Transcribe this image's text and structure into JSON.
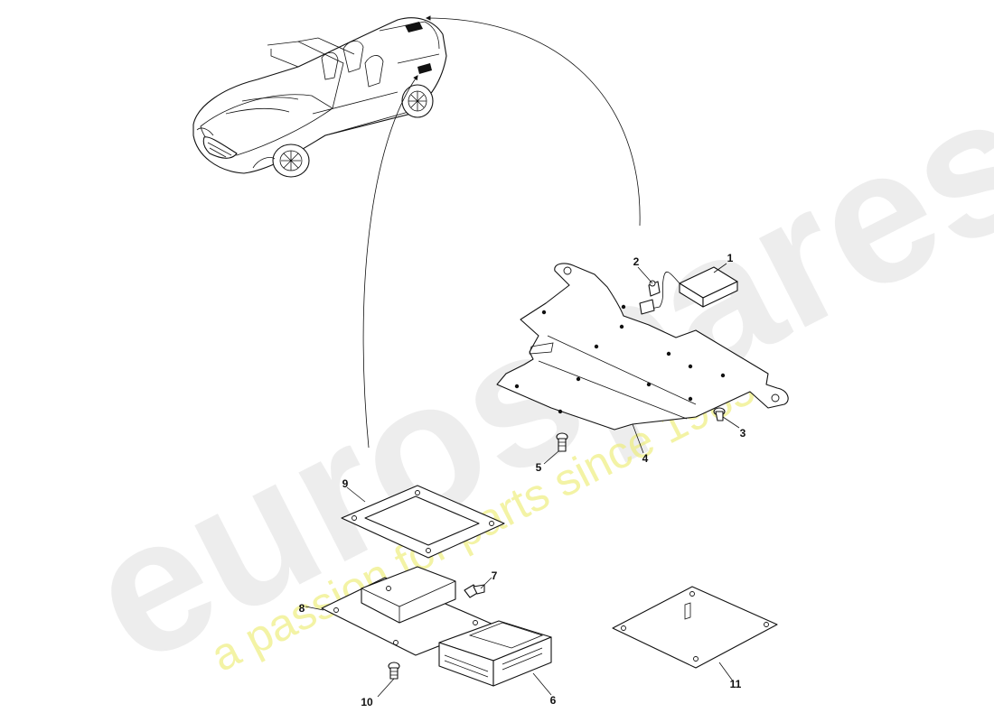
{
  "diagram": {
    "callouts": {
      "c1": "1",
      "c2": "2",
      "c3": "3",
      "c4": "4",
      "c5": "5",
      "c6": "6",
      "c7": "7",
      "c8": "8",
      "c9": "9",
      "c10": "10",
      "c11": "11"
    }
  },
  "watermark": {
    "brand": "eurospares",
    "tagline": "a passion for parts since 1985",
    "brand_color": "#d8d8d8",
    "tagline_color": "#eeee80"
  }
}
